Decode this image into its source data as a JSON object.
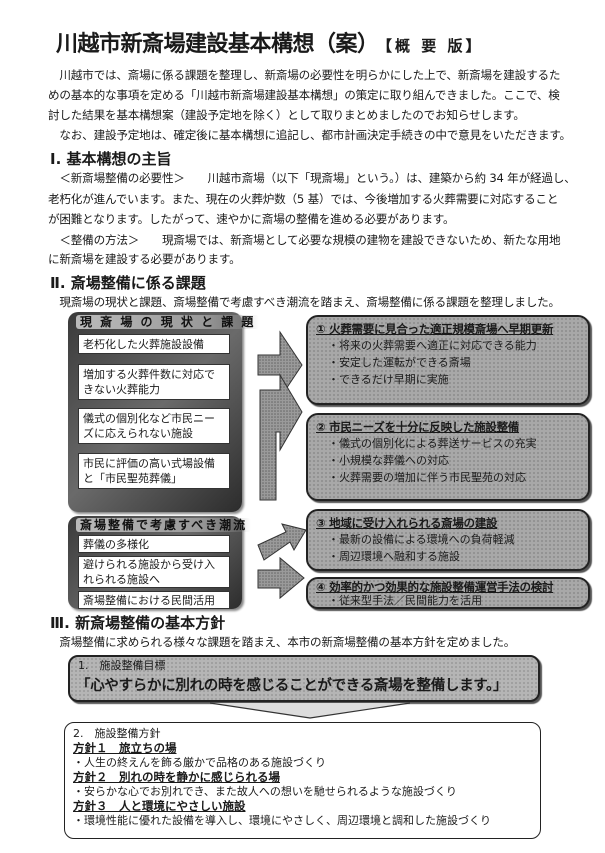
{
  "title": {
    "main": "川越市新斎場建設基本構想（案）",
    "sub": "【概 要 版】"
  },
  "intro": [
    "　川越市では、斎場に係る課題を整理し、新斎場の必要性を明らかにした上で、新斎場を建設するた",
    "めの基本的な事項を定める「川越市新斎場建設基本構想」の策定に取り組んできました。ここで、検",
    "討した結果を基本構想案（建設予定地を除く）として取りまとめましたのでお知らせします。",
    "　なお、建設予定地は、確定後に基本構想に追記し、都市計画決定手続きの中で意見をいただきます。"
  ],
  "section1": {
    "heading": "Ⅰ. 基本構想の主旨",
    "lines": [
      "　＜新斎場整備の必要性＞　　川越市斎場（以下「現斎場」という。）は、建築から約 34 年が経過し、",
      "老朽化が進んでいます。また、現在の火葬炉数（5 基）では、今後増加する火葬需要に対応すること",
      "が困難となります。したがって、速やかに斎場の整備を進める必要があります。",
      "　＜整備の方法＞　　現斎場では、新斎場として必要な規模の建物を建設できないため、新たな用地",
      "に新斎場を建設する必要があります。"
    ]
  },
  "section2": {
    "heading": "Ⅱ. 斎場整備に係る課題",
    "lead": "　現斎場の現状と課題、斎場整備で考慮すべき潮流を踏まえ、斎場整備に係る課題を整理しました。",
    "current": {
      "heading": "現 斎 場 の 現 状 と 課 題",
      "items": [
        "老朽化した火葬施設設備",
        "増加する火葬件数に対応できない火葬能力",
        "儀式の個別化など市民ニーズに応えられない施設",
        "市民に評価の高い式場設備と「市民聖苑葬儀」"
      ]
    },
    "trends": {
      "heading": "斎場整備で考慮すべき潮流",
      "items": [
        "葬儀の多様化",
        "避けられる施設から受け入れられる施設へ",
        "斎場整備における民間活用"
      ]
    },
    "issues": [
      {
        "title": "① 火葬需要に見合った適正規模斎場へ早期更新",
        "items": [
          "・将来の火葬需要へ適正に対応できる能力",
          "・安定した運転ができる斎場",
          "・できるだけ早期に実施"
        ]
      },
      {
        "title": "② 市民ニーズを十分に反映した施設整備",
        "items": [
          "・儀式の個別化による葬送サービスの充実",
          "・小規模な葬儀への対応",
          "・火葬需要の増加に伴う市民聖苑の対応"
        ]
      },
      {
        "title": "③ 地域に受け入れられる斎場の建設",
        "items": [
          "・最新の設備による環境への負荷軽減",
          "・周辺環境へ融和する施設"
        ]
      },
      {
        "title": "④ 効率的かつ効果的な施設整備運営手法の検討",
        "items": [
          "・従来型手法／民間能力を活用"
        ]
      }
    ]
  },
  "section3": {
    "heading": "Ⅲ. 新斎場整備の基本方針",
    "lead": "　斎場整備に求められる様々な課題を踏まえ、本市の新斎場整備の基本方針を定めました。",
    "goal": {
      "label": "1.　施設整備目標",
      "text": "「心やすらかに別れの時を感じることができる斎場を整備します。」"
    },
    "policy": {
      "label": "2.　施設整備方針",
      "items": [
        {
          "title": "方針１　旅立ちの場",
          "desc": "・人生の終えんを飾る厳かで品格のある施設づくり"
        },
        {
          "title": "方針２　別れの時を静かに感じられる場",
          "desc": "・安らかな心でお別れでき、また故人への想いを馳せられるような施設づくり"
        },
        {
          "title": "方針３　人と環境にやさしい施設",
          "desc": "・環境性能に優れた設備を導入し、環境にやさしく、周辺環境と調和した施設づくり"
        }
      ]
    }
  }
}
